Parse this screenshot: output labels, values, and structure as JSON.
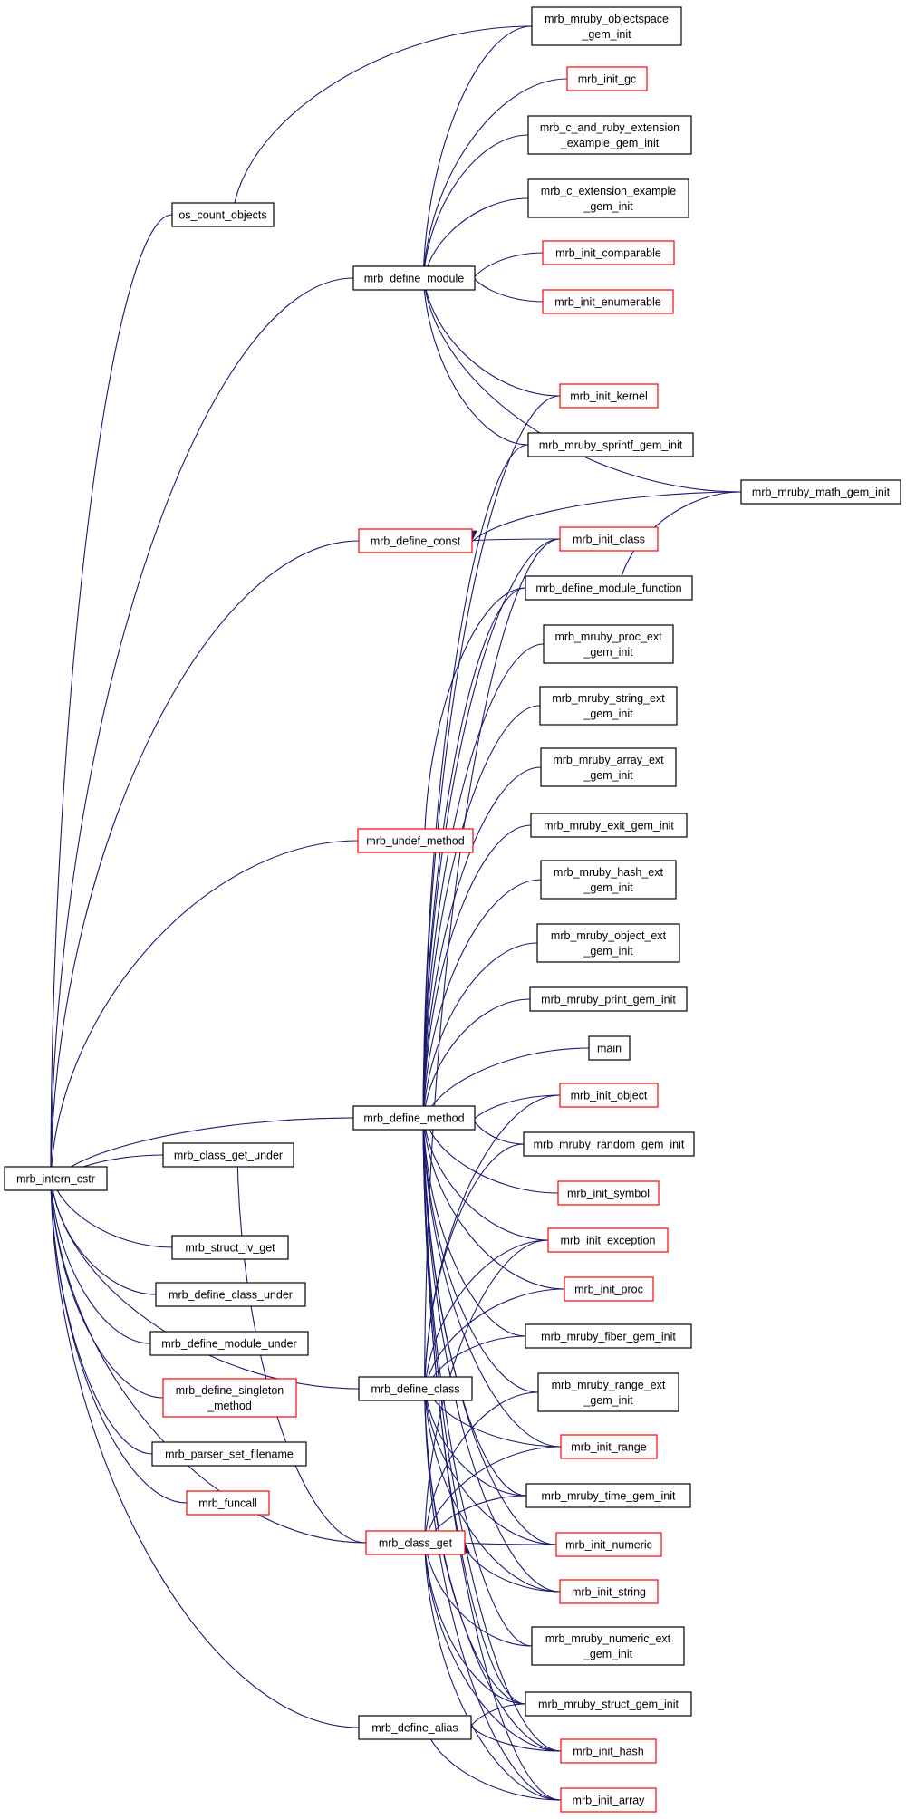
{
  "colors": {
    "edge": "#191970",
    "normal_border": "#000000",
    "truncated_border": "#ff0000",
    "root_fill": "#bfbfbf",
    "node_fill": "#ffffff"
  },
  "nodes": {
    "intern": {
      "lines": [
        "mrb_intern_cstr"
      ],
      "kind": "root"
    },
    "os_count": {
      "lines": [
        "os_count_objects"
      ],
      "kind": "normal"
    },
    "def_module": {
      "lines": [
        "mrb_define_module"
      ],
      "kind": "normal"
    },
    "def_const": {
      "lines": [
        "mrb_define_const"
      ],
      "kind": "truncated"
    },
    "undef_method": {
      "lines": [
        "mrb_undef_method"
      ],
      "kind": "truncated"
    },
    "def_method": {
      "lines": [
        "mrb_define_method"
      ],
      "kind": "normal"
    },
    "cls_get_under": {
      "lines": [
        "mrb_class_get_under"
      ],
      "kind": "normal"
    },
    "struct_iv": {
      "lines": [
        "mrb_struct_iv_get"
      ],
      "kind": "normal"
    },
    "def_class_under": {
      "lines": [
        "mrb_define_class_under"
      ],
      "kind": "normal"
    },
    "def_module_under": {
      "lines": [
        "mrb_define_module_under"
      ],
      "kind": "normal"
    },
    "def_singleton": {
      "lines": [
        "mrb_define_singleton",
        "_method"
      ],
      "kind": "truncated"
    },
    "parser_set": {
      "lines": [
        "mrb_parser_set_filename"
      ],
      "kind": "normal"
    },
    "funcall": {
      "lines": [
        "mrb_funcall"
      ],
      "kind": "truncated"
    },
    "def_class": {
      "lines": [
        "mrb_define_class"
      ],
      "kind": "normal"
    },
    "class_get": {
      "lines": [
        "mrb_class_get"
      ],
      "kind": "truncated"
    },
    "def_alias": {
      "lines": [
        "mrb_define_alias"
      ],
      "kind": "normal"
    },
    "objspace": {
      "lines": [
        "mrb_mruby_objectspace",
        "_gem_init"
      ],
      "kind": "normal"
    },
    "init_gc": {
      "lines": [
        "mrb_init_gc"
      ],
      "kind": "truncated"
    },
    "c_and_ruby": {
      "lines": [
        "mrb_c_and_ruby_extension",
        "_example_gem_init"
      ],
      "kind": "normal"
    },
    "c_ext": {
      "lines": [
        "mrb_c_extension_example",
        "_gem_init"
      ],
      "kind": "normal"
    },
    "init_comparable": {
      "lines": [
        "mrb_init_comparable"
      ],
      "kind": "truncated"
    },
    "init_enumerable": {
      "lines": [
        "mrb_init_enumerable"
      ],
      "kind": "truncated"
    },
    "init_kernel": {
      "lines": [
        "mrb_init_kernel"
      ],
      "kind": "truncated"
    },
    "sprintf": {
      "lines": [
        "mrb_mruby_sprintf_gem_init"
      ],
      "kind": "normal"
    },
    "math": {
      "lines": [
        "mrb_mruby_math_gem_init"
      ],
      "kind": "normal"
    },
    "init_class": {
      "lines": [
        "mrb_init_class"
      ],
      "kind": "truncated"
    },
    "def_module_func": {
      "lines": [
        "mrb_define_module_function"
      ],
      "kind": "normal"
    },
    "proc_ext": {
      "lines": [
        "mrb_mruby_proc_ext",
        "_gem_init"
      ],
      "kind": "normal"
    },
    "string_ext": {
      "lines": [
        "mrb_mruby_string_ext",
        "_gem_init"
      ],
      "kind": "normal"
    },
    "array_ext": {
      "lines": [
        "mrb_mruby_array_ext",
        "_gem_init"
      ],
      "kind": "normal"
    },
    "exit_gem": {
      "lines": [
        "mrb_mruby_exit_gem_init"
      ],
      "kind": "normal"
    },
    "hash_ext": {
      "lines": [
        "mrb_mruby_hash_ext",
        "_gem_init"
      ],
      "kind": "normal"
    },
    "object_ext": {
      "lines": [
        "mrb_mruby_object_ext",
        "_gem_init"
      ],
      "kind": "normal"
    },
    "print_gem": {
      "lines": [
        "mrb_mruby_print_gem_init"
      ],
      "kind": "normal"
    },
    "main": {
      "lines": [
        "main"
      ],
      "kind": "normal"
    },
    "init_object": {
      "lines": [
        "mrb_init_object"
      ],
      "kind": "truncated"
    },
    "random_gem": {
      "lines": [
        "mrb_mruby_random_gem_init"
      ],
      "kind": "normal"
    },
    "init_symbol": {
      "lines": [
        "mrb_init_symbol"
      ],
      "kind": "truncated"
    },
    "init_exception": {
      "lines": [
        "mrb_init_exception"
      ],
      "kind": "truncated"
    },
    "init_proc": {
      "lines": [
        "mrb_init_proc"
      ],
      "kind": "truncated"
    },
    "fiber_gem": {
      "lines": [
        "mrb_mruby_fiber_gem_init"
      ],
      "kind": "normal"
    },
    "range_ext": {
      "lines": [
        "mrb_mruby_range_ext",
        "_gem_init"
      ],
      "kind": "normal"
    },
    "init_range": {
      "lines": [
        "mrb_init_range"
      ],
      "kind": "truncated"
    },
    "time_gem": {
      "lines": [
        "mrb_mruby_time_gem_init"
      ],
      "kind": "normal"
    },
    "init_numeric": {
      "lines": [
        "mrb_init_numeric"
      ],
      "kind": "truncated"
    },
    "init_string": {
      "lines": [
        "mrb_init_string"
      ],
      "kind": "truncated"
    },
    "numeric_ext": {
      "lines": [
        "mrb_mruby_numeric_ext",
        "_gem_init"
      ],
      "kind": "normal"
    },
    "struct_gem": {
      "lines": [
        "mrb_mruby_struct_gem_init"
      ],
      "kind": "normal"
    },
    "init_hash": {
      "lines": [
        "mrb_init_hash"
      ],
      "kind": "truncated"
    },
    "init_array": {
      "lines": [
        "mrb_init_array"
      ],
      "kind": "truncated"
    }
  },
  "edges": [
    [
      "os_count",
      "intern"
    ],
    [
      "def_module",
      "intern"
    ],
    [
      "def_const",
      "intern"
    ],
    [
      "undef_method",
      "intern"
    ],
    [
      "def_method",
      "intern"
    ],
    [
      "cls_get_under",
      "intern"
    ],
    [
      "struct_iv",
      "intern"
    ],
    [
      "def_class_under",
      "intern"
    ],
    [
      "def_module_under",
      "intern"
    ],
    [
      "def_singleton",
      "intern"
    ],
    [
      "parser_set",
      "intern"
    ],
    [
      "funcall",
      "intern"
    ],
    [
      "def_class",
      "intern"
    ],
    [
      "class_get",
      "intern"
    ],
    [
      "def_alias",
      "intern"
    ],
    [
      "objspace",
      "os_count"
    ],
    [
      "objspace",
      "def_module"
    ],
    [
      "init_gc",
      "def_module"
    ],
    [
      "c_and_ruby",
      "def_module"
    ],
    [
      "c_ext",
      "def_module"
    ],
    [
      "init_comparable",
      "def_module"
    ],
    [
      "init_enumerable",
      "def_module"
    ],
    [
      "init_kernel",
      "def_module"
    ],
    [
      "sprintf",
      "def_module"
    ],
    [
      "math",
      "def_module"
    ],
    [
      "math",
      "def_const"
    ],
    [
      "init_class",
      "def_const"
    ],
    [
      "def_module_func",
      "undef_method"
    ],
    [
      "math",
      "def_module_func"
    ],
    [
      "init_kernel",
      "def_method"
    ],
    [
      "sprintf",
      "def_method"
    ],
    [
      "init_class",
      "def_method"
    ],
    [
      "def_module_func",
      "def_method"
    ],
    [
      "proc_ext",
      "def_method"
    ],
    [
      "string_ext",
      "def_method"
    ],
    [
      "array_ext",
      "def_method"
    ],
    [
      "exit_gem",
      "def_method"
    ],
    [
      "hash_ext",
      "def_method"
    ],
    [
      "object_ext",
      "def_method"
    ],
    [
      "print_gem",
      "def_method"
    ],
    [
      "main",
      "def_method"
    ],
    [
      "init_object",
      "def_method"
    ],
    [
      "random_gem",
      "def_method"
    ],
    [
      "init_symbol",
      "def_method"
    ],
    [
      "init_exception",
      "def_method"
    ],
    [
      "init_proc",
      "def_method"
    ],
    [
      "fiber_gem",
      "def_method"
    ],
    [
      "range_ext",
      "def_method"
    ],
    [
      "init_range",
      "def_method"
    ],
    [
      "time_gem",
      "def_method"
    ],
    [
      "init_numeric",
      "def_method"
    ],
    [
      "init_string",
      "def_method"
    ],
    [
      "numeric_ext",
      "def_method"
    ],
    [
      "struct_gem",
      "def_method"
    ],
    [
      "init_hash",
      "def_method"
    ],
    [
      "init_array",
      "def_method"
    ],
    [
      "class_get",
      "cls_get_under"
    ],
    [
      "init_class",
      "def_class"
    ],
    [
      "init_object",
      "def_class"
    ],
    [
      "random_gem",
      "def_class"
    ],
    [
      "init_exception",
      "def_class"
    ],
    [
      "init_proc",
      "def_class"
    ],
    [
      "fiber_gem",
      "def_class"
    ],
    [
      "init_range",
      "def_class"
    ],
    [
      "time_gem",
      "def_class"
    ],
    [
      "init_numeric",
      "def_class"
    ],
    [
      "init_string",
      "def_class"
    ],
    [
      "struct_gem",
      "def_class"
    ],
    [
      "init_hash",
      "def_class"
    ],
    [
      "init_array",
      "def_class"
    ],
    [
      "range_ext",
      "class_get"
    ],
    [
      "init_range",
      "class_get"
    ],
    [
      "time_gem",
      "class_get"
    ],
    [
      "init_numeric",
      "class_get"
    ],
    [
      "init_string",
      "class_get"
    ],
    [
      "numeric_ext",
      "class_get"
    ],
    [
      "struct_gem",
      "class_get"
    ],
    [
      "init_hash",
      "class_get"
    ],
    [
      "init_array",
      "class_get"
    ],
    [
      "init_exception",
      "class_get"
    ],
    [
      "struct_gem",
      "def_alias"
    ],
    [
      "init_hash",
      "def_alias"
    ],
    [
      "init_array",
      "def_alias"
    ]
  ]
}
